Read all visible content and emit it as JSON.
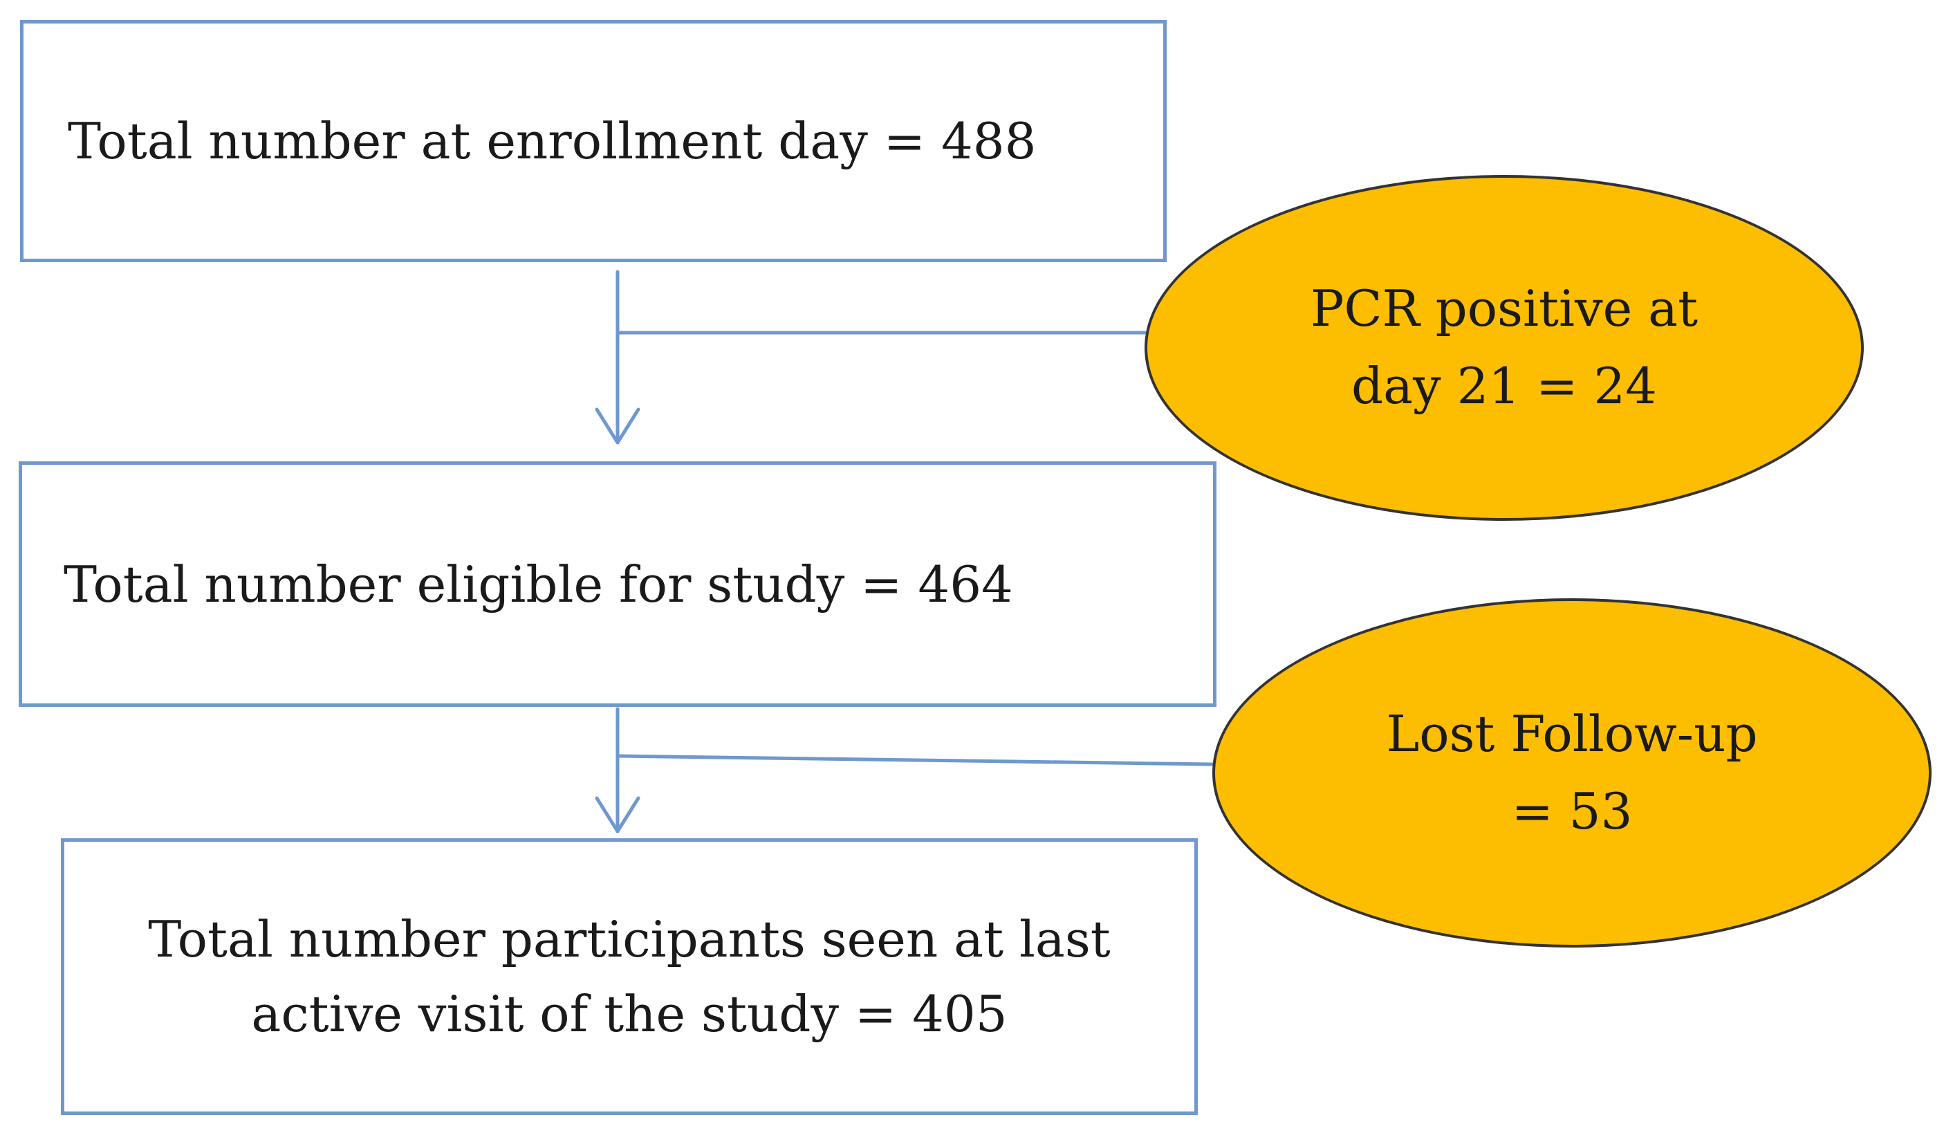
{
  "boxes": {
    "enrollment": {
      "line1": "Total number at enrollment day = 488"
    },
    "eligible": {
      "line1": "Total number eligible for study = 464"
    },
    "final": {
      "line1": "Total number participants seen at last",
      "line2": "active visit of the study = 405"
    }
  },
  "exclusions": {
    "pcr": {
      "line1": "PCR positive at",
      "line2": "day 21 = 24"
    },
    "lost": {
      "line1": "Lost Follow-up",
      "line2": "= 53"
    }
  },
  "colors": {
    "box_border": "#6f98cf",
    "connector": "#6f98cf",
    "ellipse_fill": "#fdbd00",
    "ellipse_border": "#333333"
  }
}
